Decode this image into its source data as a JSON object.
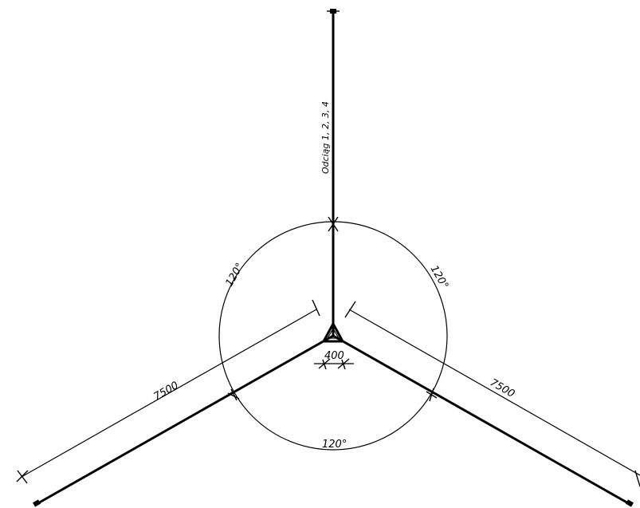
{
  "drawing": {
    "guy_label": "Odciąg 1, 2, 3, 4",
    "angle_labels": {
      "left": "120°",
      "right": "120°",
      "bottom": "120°"
    },
    "dimension_labels": {
      "left_span": "7500",
      "right_span": "7500",
      "mast_width": "400"
    }
  }
}
